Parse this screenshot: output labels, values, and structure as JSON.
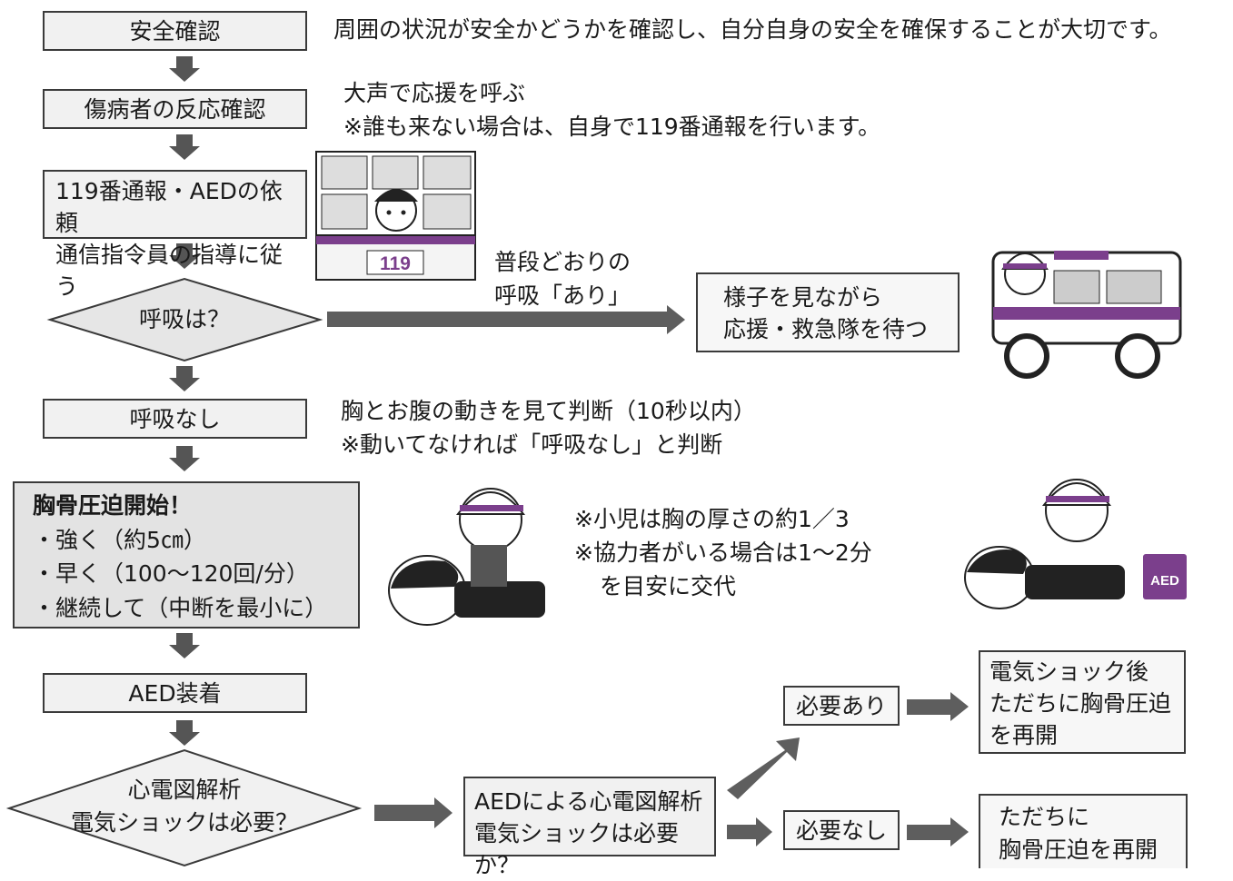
{
  "steps": {
    "safety": "安全確認",
    "safety_note": "周囲の状況が安全かどうかを確認し、自分自身の安全を確保することが大切です。",
    "response": "傷病者の反応確認",
    "response_note_1": "大声で応援を呼ぶ",
    "response_note_2": "※誰も来ない場合は、自身で119番通報を行います。",
    "call_1": "119番通報・AEDの依頼",
    "call_2": "通信指令員の指導に従う",
    "call_sign": "119",
    "breathing_q": "呼吸は？",
    "breathing_yes_1": "普段どおりの",
    "breathing_yes_2": "呼吸「あり」",
    "wait_1": "様子を見ながら",
    "wait_2": "応援・救急隊を待つ",
    "no_breathing": "呼吸なし",
    "no_breathing_note_1": "胸とお腹の動きを見て判断（10秒以内）",
    "no_breathing_note_2": "※動いてなければ「呼吸なし」と判断",
    "cpr_title": "胸骨圧迫開始！",
    "cpr_1": "・強く（約5㎝）",
    "cpr_2": "・早く（100〜120回/分）",
    "cpr_3": "・継続して（中断を最小に）",
    "cpr_note_1": "※小児は胸の厚さの約1／3",
    "cpr_note_2": "※協力者がいる場合は1〜2分",
    "cpr_note_3": "を目安に交代",
    "aed_sign": "AED",
    "aed_attach": "AED装着",
    "ecg_q_1": "心電図解析",
    "ecg_q_2": "電気ショックは必要？",
    "aed_analysis_1": "AEDによる心電図解析",
    "aed_analysis_2": "電気ショックは必要か？",
    "needed": "必要あり",
    "not_needed": "必要なし",
    "shock_1": "電気ショック後",
    "shock_2": "ただちに胸骨圧迫",
    "shock_3": "を再開",
    "resume_1": "ただちに",
    "resume_2": "胸骨圧迫を再開"
  },
  "colors": {
    "accent": "#7b3f8c",
    "box_fill": "#f1f1f1",
    "arrow": "#555555"
  }
}
